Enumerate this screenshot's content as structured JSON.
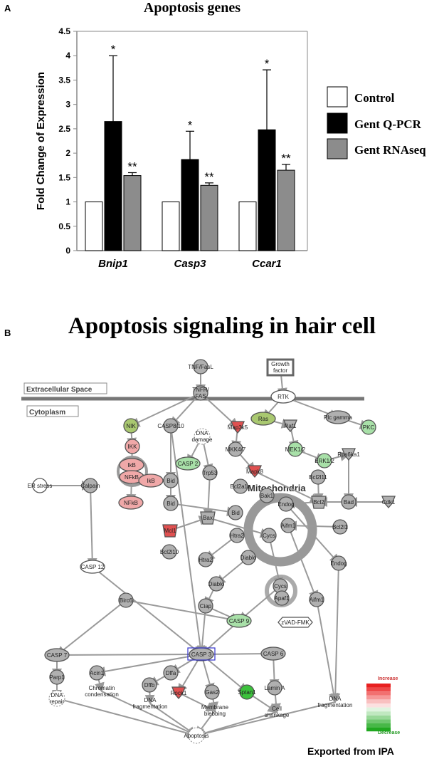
{
  "panel_a": {
    "letter": "A",
    "title": "Apoptosis genes"
  },
  "panel_b": {
    "letter": "B",
    "title": "Apoptosis signaling in hair cell",
    "compartments": {
      "extracellular": "Extracellular Space",
      "cytoplasm": "Cytoplasm"
    },
    "mitochondria_label": "Mitochondria",
    "scale": {
      "increase": "Increase",
      "decrease": "Decrease"
    },
    "footer": "Exported from IPA",
    "colors": {
      "up_strong": "#e05050",
      "up_mild": "#f0a8a8",
      "down_strong": "#3cc13c",
      "down_mild": "#a8e0a8",
      "neutral": "#b0b0b0",
      "selected_box": "#3333cc"
    }
  },
  "chart_data": {
    "type": "bar",
    "title": "Apoptosis genes",
    "xlabel": "",
    "ylabel": "Fold Change of Expression",
    "ylim": [
      0,
      4.5
    ],
    "yticks": [
      "0",
      "0.5",
      "1",
      "1.5",
      "2",
      "2.5",
      "3",
      "3.5",
      "4",
      "4.5"
    ],
    "categories": [
      "Bnip1",
      "Casp3",
      "Ccar1"
    ],
    "series": [
      {
        "name": "Control",
        "color": "#ffffff",
        "values": [
          1.0,
          1.0,
          1.0
        ],
        "errors": [
          0,
          0,
          0
        ],
        "marks": [
          "",
          "",
          ""
        ]
      },
      {
        "name": "Gent Q-PCR",
        "color": "#000000",
        "values": [
          2.65,
          1.87,
          2.48
        ],
        "errors": [
          1.35,
          0.58,
          1.23
        ],
        "marks": [
          "*",
          "*",
          "*"
        ]
      },
      {
        "name": "Gent RNAseq",
        "color": "#8c8c8c",
        "values": [
          1.54,
          1.34,
          1.65
        ],
        "errors": [
          0.06,
          0.05,
          0.12
        ],
        "marks": [
          "**",
          "**",
          "**"
        ]
      }
    ],
    "legend_position": "right",
    "grid": false
  },
  "pathway": {
    "nodes": [
      {
        "id": "tnffasl",
        "label": "TNF/FasL"
      },
      {
        "id": "growth",
        "label": "Growth factor"
      },
      {
        "id": "tnfr",
        "label": "TNFR/ FAS"
      },
      {
        "id": "rtk",
        "label": "RTK"
      },
      {
        "id": "nik",
        "label": "NIK"
      },
      {
        "id": "casp810",
        "label": "CASP8/10"
      },
      {
        "id": "map3k5",
        "label": "Map3k5"
      },
      {
        "id": "ras",
        "label": "Ras"
      },
      {
        "id": "raf1",
        "label": "Raf1"
      },
      {
        "id": "plcg",
        "label": "Plc gamma"
      },
      {
        "id": "pkc",
        "label": "PKC"
      },
      {
        "id": "ikk",
        "label": "IKK"
      },
      {
        "id": "dnadmg",
        "label": "DNA damage"
      },
      {
        "id": "mkk47",
        "label": "MKK4/7"
      },
      {
        "id": "mek12",
        "label": "MEK1/2"
      },
      {
        "id": "erk12",
        "label": "ERK1/2"
      },
      {
        "id": "rps6ka1",
        "label": "Rps6ka1"
      },
      {
        "id": "ikb",
        "label": "IkB"
      },
      {
        "id": "nfkb",
        "label": "NFkB"
      },
      {
        "id": "casp2",
        "label": "CASP 2"
      },
      {
        "id": "trp53",
        "label": "Trp53"
      },
      {
        "id": "mapk8",
        "label": "Mapk8"
      },
      {
        "id": "bcl2l11",
        "label": "Bcl2l11"
      },
      {
        "id": "er",
        "label": "ER stress"
      },
      {
        "id": "calpain",
        "label": "Calpain"
      },
      {
        "id": "ikb2",
        "label": "IkB"
      },
      {
        "id": "bid1",
        "label": "Bid"
      },
      {
        "id": "bcl2a1a",
        "label": "Bcl2a1a"
      },
      {
        "id": "bak1",
        "label": "Bak1"
      },
      {
        "id": "endog1",
        "label": "Endog"
      },
      {
        "id": "bcl2",
        "label": "Bcl2"
      },
      {
        "id": "bad",
        "label": "Bad"
      },
      {
        "id": "cdk1",
        "label": "Cdk1"
      },
      {
        "id": "nfkb2",
        "label": "NFkB"
      },
      {
        "id": "bid2",
        "label": "Bid"
      },
      {
        "id": "bid3",
        "label": "Bid"
      },
      {
        "id": "bax",
        "label": "Bax"
      },
      {
        "id": "aifm1a",
        "label": "Aifm1"
      },
      {
        "id": "bcl2l1",
        "label": "Bcl2l1"
      },
      {
        "id": "mcl1",
        "label": "Mcl1"
      },
      {
        "id": "htra2a",
        "label": "Htra2"
      },
      {
        "id": "cycs1",
        "label": "Cycs"
      },
      {
        "id": "bcl2l10",
        "label": "Bcl2l10"
      },
      {
        "id": "casp12",
        "label": "CASP 12"
      },
      {
        "id": "htra2b",
        "label": "Htra2"
      },
      {
        "id": "diablo1",
        "label": "Diablo"
      },
      {
        "id": "endog2",
        "label": "Endog"
      },
      {
        "id": "diablo2",
        "label": "Diablo"
      },
      {
        "id": "cycs2",
        "label": "Cycs"
      },
      {
        "id": "apaf1",
        "label": "Apaf1"
      },
      {
        "id": "aifm1b",
        "label": "Aifm1"
      },
      {
        "id": "birc6",
        "label": "Birc6"
      },
      {
        "id": "ciap",
        "label": "Ciap"
      },
      {
        "id": "casp9",
        "label": "CASP 9"
      },
      {
        "id": "zvad",
        "label": "zVAD-FMK"
      },
      {
        "id": "casp7",
        "label": "CASP 7"
      },
      {
        "id": "casp3",
        "label": "CASP 3"
      },
      {
        "id": "casp6",
        "label": "CASP 6"
      },
      {
        "id": "parp1",
        "label": "Parp1"
      },
      {
        "id": "acin1",
        "label": "Acin1"
      },
      {
        "id": "dffa",
        "label": "Dffa"
      },
      {
        "id": "dffb",
        "label": "Dffb"
      },
      {
        "id": "rock1",
        "label": "Rock1"
      },
      {
        "id": "gas2",
        "label": "Gas2"
      },
      {
        "id": "sptan1",
        "label": "Sptan1"
      },
      {
        "id": "lamina",
        "label": "Lamin A"
      },
      {
        "id": "chrom",
        "label": "Chromatin condensation"
      },
      {
        "id": "dnarep",
        "label": "DNA repair"
      },
      {
        "id": "dnafrag1",
        "label": "DNA fragmentation"
      },
      {
        "id": "memb",
        "label": "Membrane blebbing"
      },
      {
        "id": "cellshr",
        "label": "Cell shrinkage"
      },
      {
        "id": "dnafrag2",
        "label": "DNA fragmentation"
      },
      {
        "id": "apoptosis",
        "label": "Apoptosis"
      }
    ]
  }
}
